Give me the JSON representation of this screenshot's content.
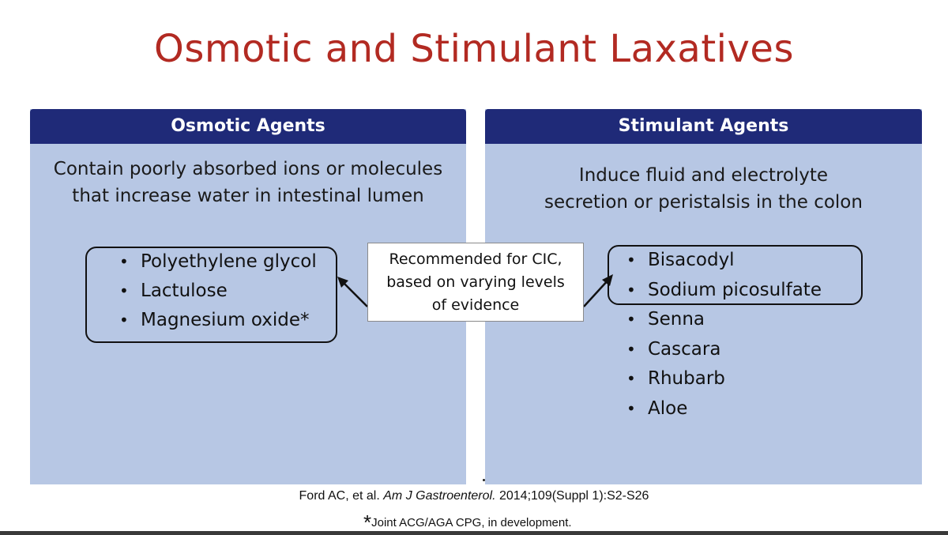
{
  "title": "Osmotic and Stimulant Laxatives",
  "osmotic": {
    "header": "Osmotic Agents",
    "description_line1": "Contain poorly absorbed ions or molecules",
    "description_line2": "that increase water in intestinal lumen",
    "items": [
      "Polyethylene glycol",
      "Lactulose",
      "Magnesium oxide*"
    ]
  },
  "stimulant": {
    "header": "Stimulant Agents",
    "description_line1": "Induce fluid and electrolyte",
    "description_line2": "secretion or peristalsis in the colon",
    "items": [
      "Bisacodyl",
      "Sodium picosulfate",
      "Senna",
      "Cascara",
      "Rhubarb",
      "Aloe"
    ]
  },
  "callout": {
    "line1": "Recommended for CIC,",
    "line2": "based on varying levels",
    "line3": "of evidence"
  },
  "citation": {
    "authors": "Ford AC, et al.",
    "journal": "Am J Gastroenterol.",
    "details": "2014;109(Suppl 1):S2-S26"
  },
  "footnote": {
    "marker": "*",
    "text": "Joint ACG/AGA CPG, in development."
  },
  "bullet_glyph": "•",
  "colors": {
    "title": "#b22a22",
    "header_bg": "#1f2a78",
    "panel_bg": "#b7c7e4"
  }
}
